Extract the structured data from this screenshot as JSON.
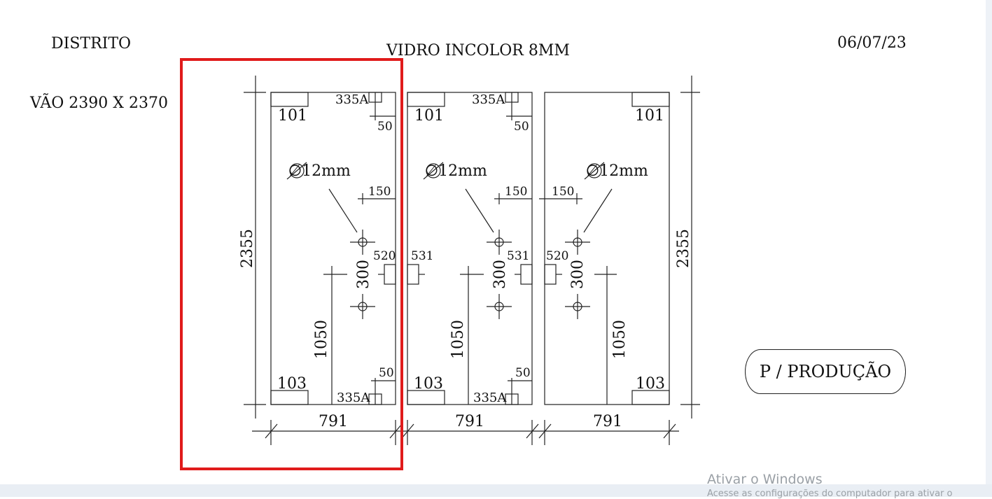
{
  "header": {
    "left_label": "DISTRITO",
    "title": "VIDRO INCOLOR 8MM",
    "date": "06/07/23",
    "opening": "VÃO 2390 X 2370"
  },
  "stamp": {
    "label": "P / PRODUÇÃO"
  },
  "overall": {
    "left_height": "2355",
    "right_height": "2355"
  },
  "panels": [
    {
      "top_notch": "101",
      "bottom_notch": "103",
      "top_pivot": "335A",
      "bottom_pivot": "335A",
      "pivot_offset_top": "50",
      "pivot_offset_bottom": "50",
      "hole_diameter": "∅12mm",
      "hole_edge": "150",
      "hole_spacing": "300",
      "handle_height": "1050",
      "side_lock": "520",
      "width": "791"
    },
    {
      "top_notch": "101",
      "bottom_notch": "103",
      "top_pivot": "335A",
      "bottom_pivot": "335A",
      "pivot_offset_top": "50",
      "pivot_offset_bottom": "50",
      "hole_diameter": "∅12mm",
      "hole_edge": "150",
      "hole_spacing": "300",
      "handle_height": "1050",
      "left_lock": "531",
      "side_lock": "531",
      "width": "791"
    },
    {
      "top_notch": "101",
      "bottom_notch": "103",
      "hole_diameter": "∅12mm",
      "hole_edge": "150",
      "hole_spacing": "300",
      "handle_height": "1050",
      "left_lock": "520",
      "width": "791"
    }
  ],
  "watermark": {
    "title": "Ativar o Windows",
    "subtitle": "Acesse as configurações do computador para ativar o"
  },
  "colors": {
    "highlight": "#e01b1b",
    "line": "#222222"
  }
}
